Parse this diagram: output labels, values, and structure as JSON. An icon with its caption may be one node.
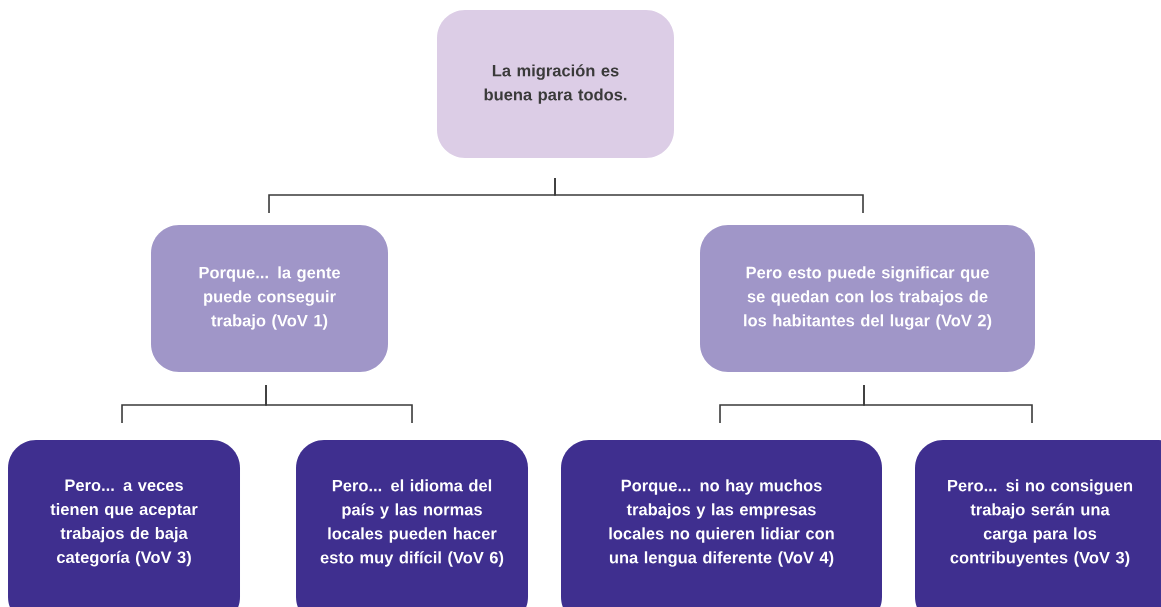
{
  "diagram": {
    "nodes": [
      {
        "text": [
          "La migración es buena para todos."
        ]
      },
      {
        "text": [
          "Porque... la gente puede conseguir trabajo (VoV 1)"
        ]
      },
      {
        "text": [
          "Pero esto puede significar que se quedan con los trabajos de los habitantes del lugar (VoV 2)"
        ]
      },
      {
        "text": [
          "Pero... a veces tienen que aceptar trabajos de baja categoría (VoV 3)"
        ]
      },
      {
        "text": [
          "Pero... el idioma del país y las normas locales pueden hacer esto muy difícil (VoV 6)"
        ]
      },
      {
        "text": [
          "Porque... no hay muchos trabajos y las empresas locales no quieren lidiar con una lengua diferente (VoV 4)"
        ]
      },
      {
        "text": [
          "Pero... si no consiguen trabajo serán una carga para los contribuyentes (VoV 3)"
        ]
      }
    ],
    "edges": [
      {
        "from": 0,
        "to": 1,
        "arrow": "none"
      },
      {
        "from": 0,
        "to": 2,
        "arrow": "none"
      },
      {
        "from": 1,
        "to": 3,
        "arrow": "none"
      },
      {
        "from": 1,
        "to": 4,
        "arrow": "none"
      },
      {
        "from": 2,
        "to": 5,
        "arrow": "none"
      },
      {
        "from": 2,
        "to": 6,
        "arrow": "none"
      }
    ]
  }
}
